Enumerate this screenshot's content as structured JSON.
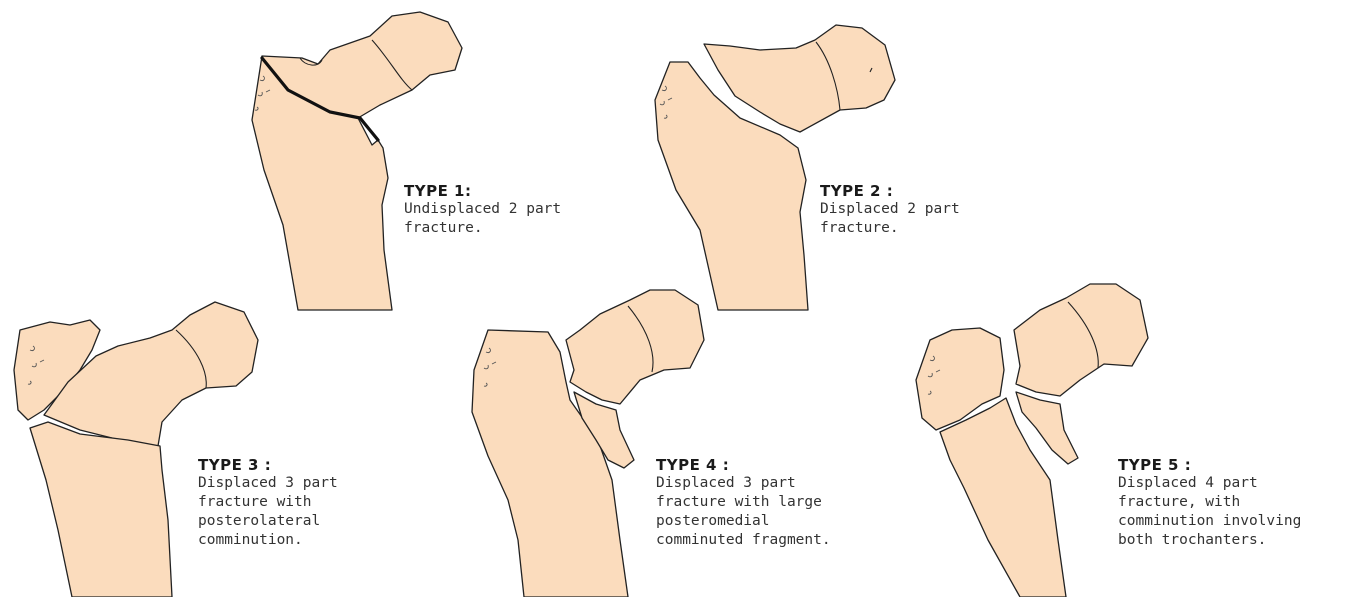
{
  "types": [
    {
      "title": "TYPE 1:",
      "description": "Undisplaced 2 part\nfracture."
    },
    {
      "title": "TYPE 2 :",
      "description": "Displaced 2 part\nfracture."
    },
    {
      "title": "TYPE 3 :",
      "description": "Displaced 3 part\nfracture with\nposterolateral\ncomminution."
    },
    {
      "title": "TYPE 4 :",
      "description": "Displaced 3 part\nfracture with large\nposteromedial\ncomminuted fragment."
    },
    {
      "title": "TYPE 5 :",
      "description": "Displaced 4 part\nfracture, with\ncomminution involving\nboth trochanters."
    }
  ]
}
